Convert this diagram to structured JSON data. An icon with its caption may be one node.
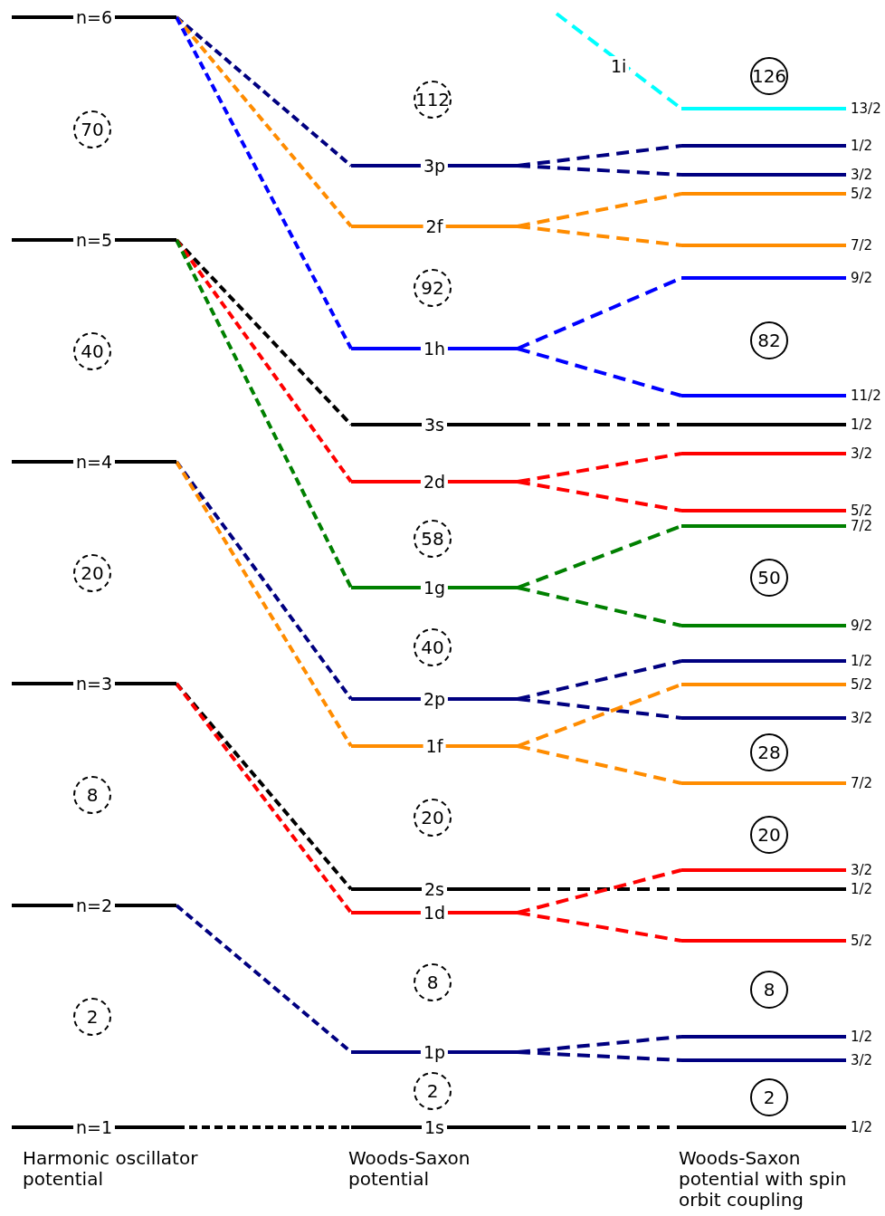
{
  "diagram": {
    "nodes": [
      {
        "text": [
          "n=6"
        ]
      },
      {
        "text": [
          "n=5"
        ]
      },
      {
        "text": [
          "n=4"
        ]
      },
      {
        "text": [
          "n=3"
        ]
      },
      {
        "text": [
          "n=2"
        ]
      },
      {
        "text": [
          "n=1"
        ]
      },
      {
        "text": [
          "3p"
        ]
      },
      {
        "text": [
          "2f"
        ]
      },
      {
        "text": [
          "1h"
        ]
      },
      {
        "text": [
          "3s"
        ]
      },
      {
        "text": [
          "2d"
        ]
      },
      {
        "text": [
          "1g"
        ]
      },
      {
        "text": [
          "2p"
        ]
      },
      {
        "text": [
          "1f"
        ]
      },
      {
        "text": [
          "2s"
        ]
      },
      {
        "text": [
          "1d"
        ]
      },
      {
        "text": [
          "1p"
        ]
      },
      {
        "text": [
          "1s"
        ]
      },
      {
        "text": [
          "13/2"
        ]
      },
      {
        "text": [
          "1/2"
        ]
      },
      {
        "text": [
          "3/2"
        ]
      },
      {
        "text": [
          "5/2"
        ]
      },
      {
        "text": [
          "7/2"
        ]
      },
      {
        "text": [
          "9/2"
        ]
      },
      {
        "text": [
          "11/2"
        ]
      },
      {
        "text": [
          "1/2"
        ]
      },
      {
        "text": [
          "3/2"
        ]
      },
      {
        "text": [
          "5/2"
        ]
      },
      {
        "text": [
          "7/2"
        ]
      },
      {
        "text": [
          "9/2"
        ]
      },
      {
        "text": [
          "1/2"
        ]
      },
      {
        "text": [
          "5/2"
        ]
      },
      {
        "text": [
          "3/2"
        ]
      },
      {
        "text": [
          "7/2"
        ]
      },
      {
        "text": [
          "3/2"
        ]
      },
      {
        "text": [
          "1/2"
        ]
      },
      {
        "text": [
          "5/2"
        ]
      },
      {
        "text": [
          "1/2"
        ]
      },
      {
        "text": [
          "3/2"
        ]
      },
      {
        "text": [
          "1/2"
        ]
      },
      {
        "text": [
          "70"
        ]
      },
      {
        "text": [
          "40"
        ]
      },
      {
        "text": [
          "20"
        ]
      },
      {
        "text": [
          "8"
        ]
      },
      {
        "text": [
          "2"
        ]
      },
      {
        "text": [
          "112"
        ]
      },
      {
        "text": [
          "92"
        ]
      },
      {
        "text": [
          "58"
        ]
      },
      {
        "text": [
          "40"
        ]
      },
      {
        "text": [
          "20"
        ]
      },
      {
        "text": [
          "8"
        ]
      },
      {
        "text": [
          "2"
        ]
      },
      {
        "text": [
          "126"
        ]
      },
      {
        "text": [
          "82"
        ]
      },
      {
        "text": [
          "50"
        ]
      },
      {
        "text": [
          "28"
        ]
      },
      {
        "text": [
          "20"
        ]
      },
      {
        "text": [
          "8"
        ]
      },
      {
        "text": [
          "2"
        ]
      }
    ],
    "edges": [
      {
        "from": null,
        "to": 18,
        "arrow": "none",
        "label": "1i",
        "style": "dashed",
        "color": "#00ffff"
      },
      {
        "from": 0,
        "to": 6,
        "arrow": "none",
        "style": "dashed",
        "color": "#000080"
      },
      {
        "from": 0,
        "to": 7,
        "arrow": "none",
        "style": "dashed",
        "color": "#ff8c00"
      },
      {
        "from": 0,
        "to": 8,
        "arrow": "none",
        "style": "dashed",
        "color": "#0000ff"
      },
      {
        "from": 1,
        "to": 9,
        "arrow": "none",
        "style": "dashed",
        "color": "#000000"
      },
      {
        "from": 1,
        "to": 10,
        "arrow": "none",
        "style": "dashed",
        "color": "#ff0000"
      },
      {
        "from": 1,
        "to": 11,
        "arrow": "none",
        "style": "dashed",
        "color": "#008000"
      },
      {
        "from": 2,
        "to": 12,
        "arrow": "none",
        "style": "dashed",
        "color": "#000080"
      },
      {
        "from": 2,
        "to": 13,
        "arrow": "none",
        "style": "dashed",
        "color": "#ff8c00"
      },
      {
        "from": 3,
        "to": 14,
        "arrow": "none",
        "style": "dashed",
        "color": "#000000"
      },
      {
        "from": 3,
        "to": 15,
        "arrow": "none",
        "style": "dashed",
        "color": "#ff0000"
      },
      {
        "from": 4,
        "to": 16,
        "arrow": "none",
        "style": "dashed",
        "color": "#000080"
      },
      {
        "from": 5,
        "to": 17,
        "arrow": "none",
        "style": "dashed",
        "color": "#000000"
      },
      {
        "from": 6,
        "to": 19,
        "arrow": "none",
        "style": "dashed",
        "color": "#000080"
      },
      {
        "from": 6,
        "to": 20,
        "arrow": "none",
        "style": "dashed",
        "color": "#000080"
      },
      {
        "from": 7,
        "to": 21,
        "arrow": "none",
        "style": "dashed",
        "color": "#ff8c00"
      },
      {
        "from": 7,
        "to": 22,
        "arrow": "none",
        "style": "dashed",
        "color": "#ff8c00"
      },
      {
        "from": 8,
        "to": 23,
        "arrow": "none",
        "style": "dashed",
        "color": "#0000ff"
      },
      {
        "from": 8,
        "to": 24,
        "arrow": "none",
        "style": "dashed",
        "color": "#0000ff"
      },
      {
        "from": 9,
        "to": 25,
        "arrow": "none",
        "style": "dashed",
        "color": "#000000"
      },
      {
        "from": 10,
        "to": 26,
        "arrow": "none",
        "style": "dashed",
        "color": "#ff0000"
      },
      {
        "from": 10,
        "to": 27,
        "arrow": "none",
        "style": "dashed",
        "color": "#ff0000"
      },
      {
        "from": 11,
        "to": 28,
        "arrow": "none",
        "style": "dashed",
        "color": "#008000"
      },
      {
        "from": 11,
        "to": 29,
        "arrow": "none",
        "style": "dashed",
        "color": "#008000"
      },
      {
        "from": 12,
        "to": 30,
        "arrow": "none",
        "style": "dashed",
        "color": "#000080"
      },
      {
        "from": 12,
        "to": 32,
        "arrow": "none",
        "style": "dashed",
        "color": "#000080"
      },
      {
        "from": 13,
        "to": 31,
        "arrow": "none",
        "style": "dashed",
        "color": "#ff8c00"
      },
      {
        "from": 13,
        "to": 33,
        "arrow": "none",
        "style": "dashed",
        "color": "#ff8c00"
      },
      {
        "from": 14,
        "to": 35,
        "arrow": "none",
        "style": "dashed",
        "color": "#000000"
      },
      {
        "from": 15,
        "to": 34,
        "arrow": "none",
        "style": "dashed",
        "color": "#ff0000"
      },
      {
        "from": 15,
        "to": 36,
        "arrow": "none",
        "style": "dashed",
        "color": "#ff0000"
      },
      {
        "from": 16,
        "to": 37,
        "arrow": "none",
        "style": "dashed",
        "color": "#000080"
      },
      {
        "from": 16,
        "to": 38,
        "arrow": "none",
        "style": "dashed",
        "color": "#000080"
      },
      {
        "from": 17,
        "to": 39,
        "arrow": "none",
        "style": "dashed",
        "color": "#000000"
      }
    ],
    "labels": [
      "Harmonic oscillator potential",
      "Woods-Saxon potential",
      "Woods-Saxon potential with spin orbit coupling"
    ]
  }
}
